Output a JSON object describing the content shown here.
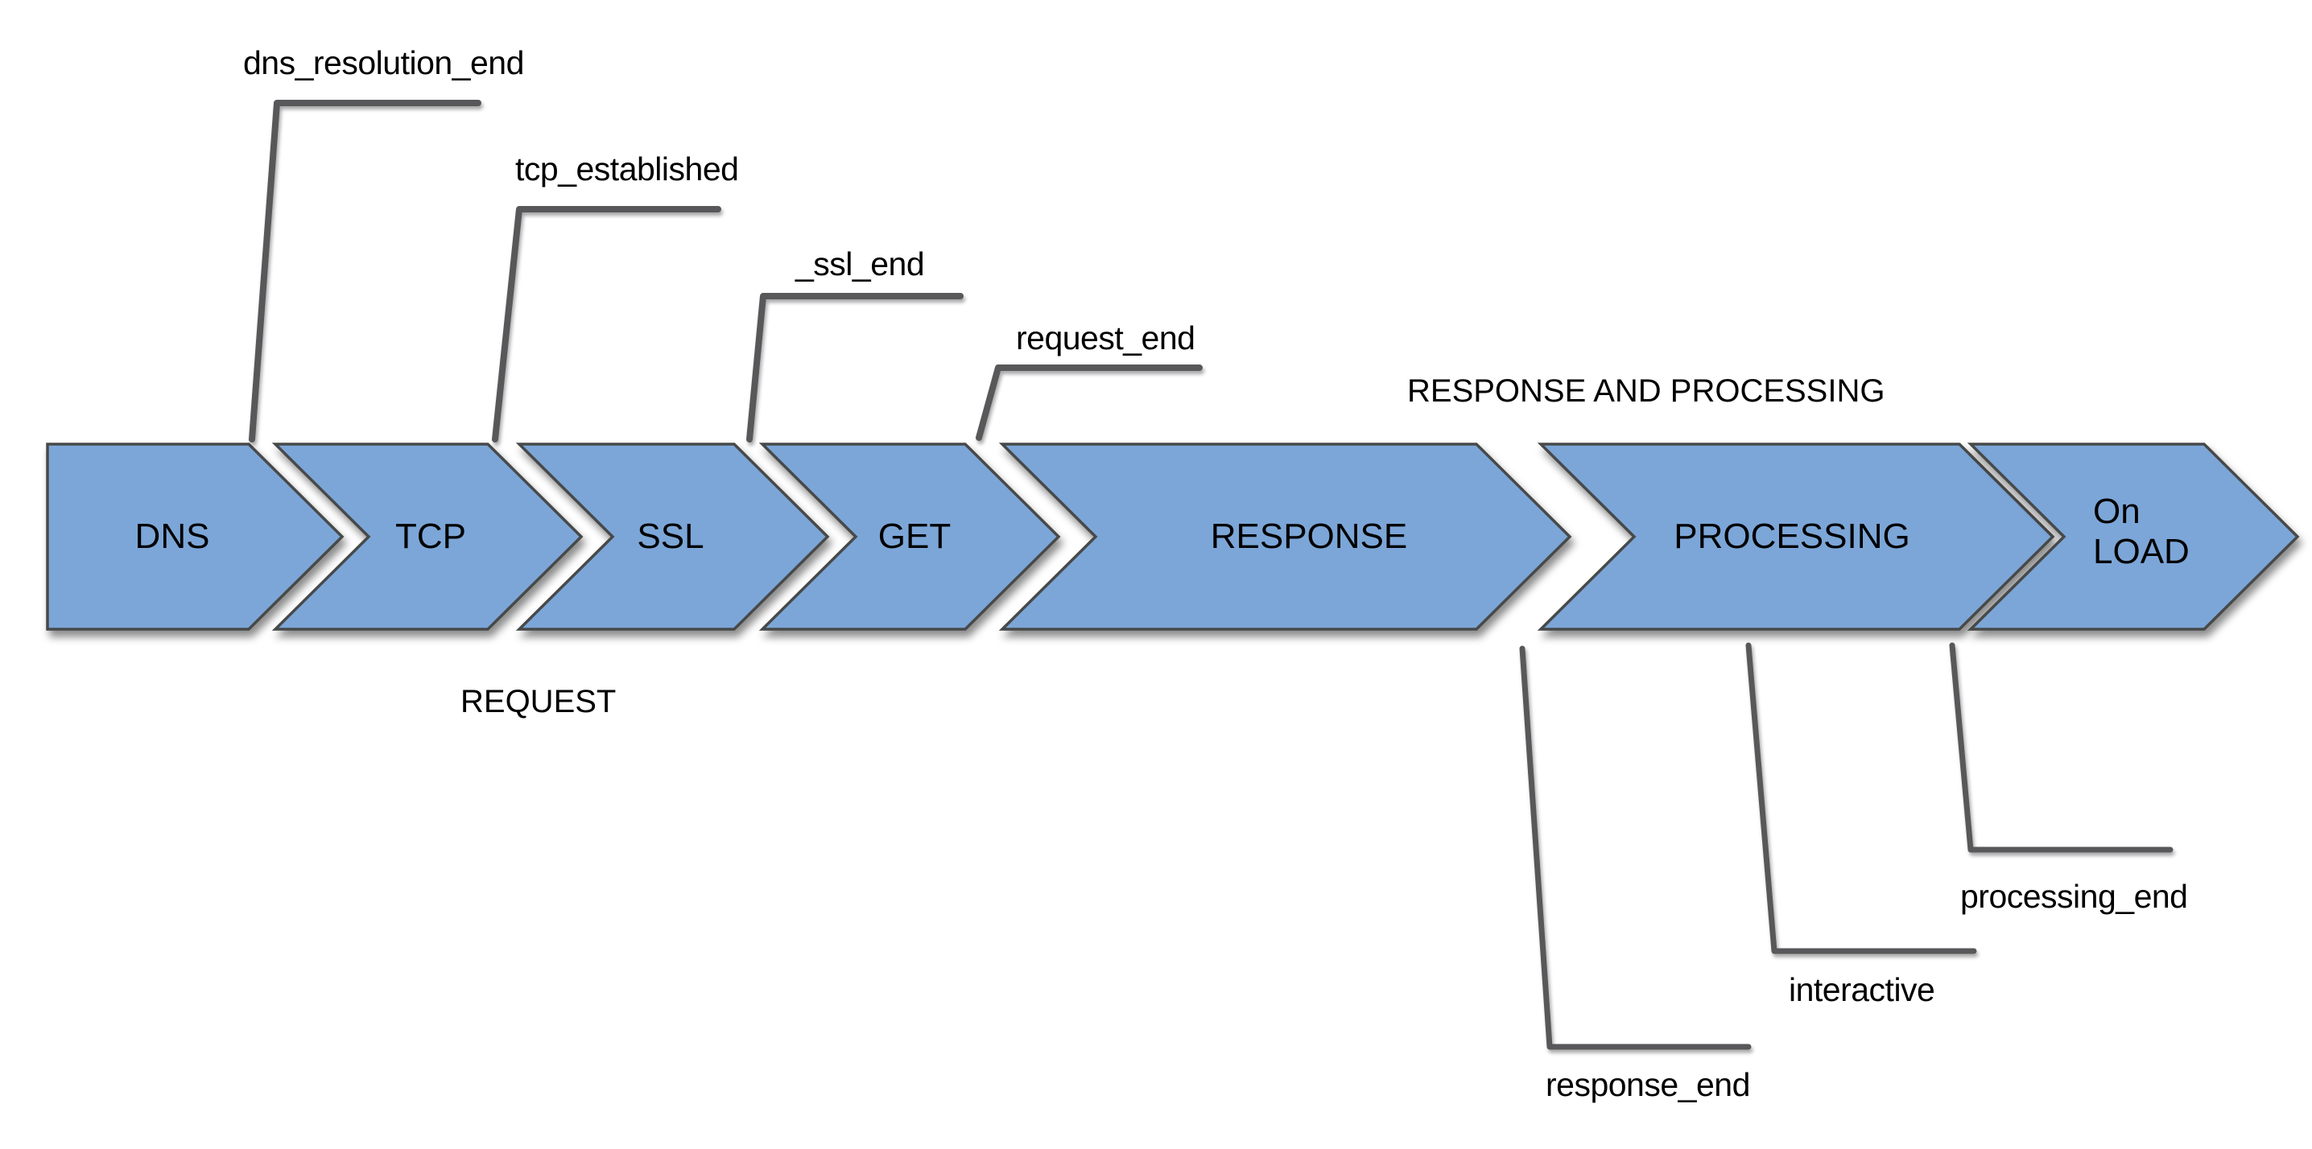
{
  "diagram": {
    "stages": [
      {
        "label": "DNS"
      },
      {
        "label": "TCP"
      },
      {
        "label": "SSL"
      },
      {
        "label": "GET"
      },
      {
        "label": "RESPONSE"
      },
      {
        "label": "PROCESSING"
      },
      {
        "label": "On LOAD",
        "lines": [
          "On",
          "LOAD"
        ]
      }
    ],
    "top_milestones": [
      {
        "label": "dns_resolution_end"
      },
      {
        "label": "tcp_established"
      },
      {
        "label": "_ssl_end"
      },
      {
        "label": "request_end"
      }
    ],
    "bottom_milestones": [
      {
        "label": "response_end"
      },
      {
        "label": "interactive"
      },
      {
        "label": "processing_end"
      }
    ],
    "phase_labels": [
      {
        "label": "REQUEST"
      },
      {
        "label": "RESPONSE AND PROCESSING"
      }
    ],
    "colors": {
      "stage_fill": "#7BA6D8",
      "stage_border": "#47484A",
      "connector": "#58585A",
      "bracket_line": "#58585A",
      "text": "#000000",
      "background": "#FFFFFF"
    }
  }
}
